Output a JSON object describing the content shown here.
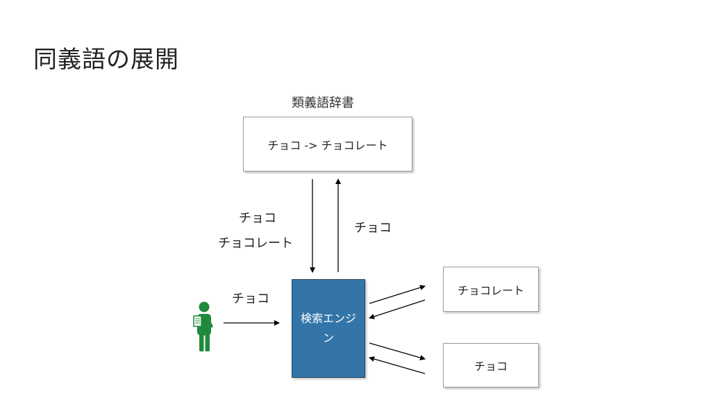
{
  "page": {
    "title": "同義語の展開"
  },
  "dictionary": {
    "label": "類義語辞書",
    "entry": "チョコ -> チョコレート"
  },
  "flow": {
    "query_to_dict_line1": "チョコ",
    "query_to_dict_line2": "チョコレート",
    "dict_to_engine": "チョコ",
    "user_query": "チョコ"
  },
  "engine": {
    "label": "検索エンジン"
  },
  "results": [
    {
      "label": "チョコレート"
    },
    {
      "label": "チョコ"
    }
  ],
  "colors": {
    "engine": "#3375a8",
    "user_icon": "#1f8a3b"
  },
  "icons": {
    "user": "person-with-document-icon"
  }
}
